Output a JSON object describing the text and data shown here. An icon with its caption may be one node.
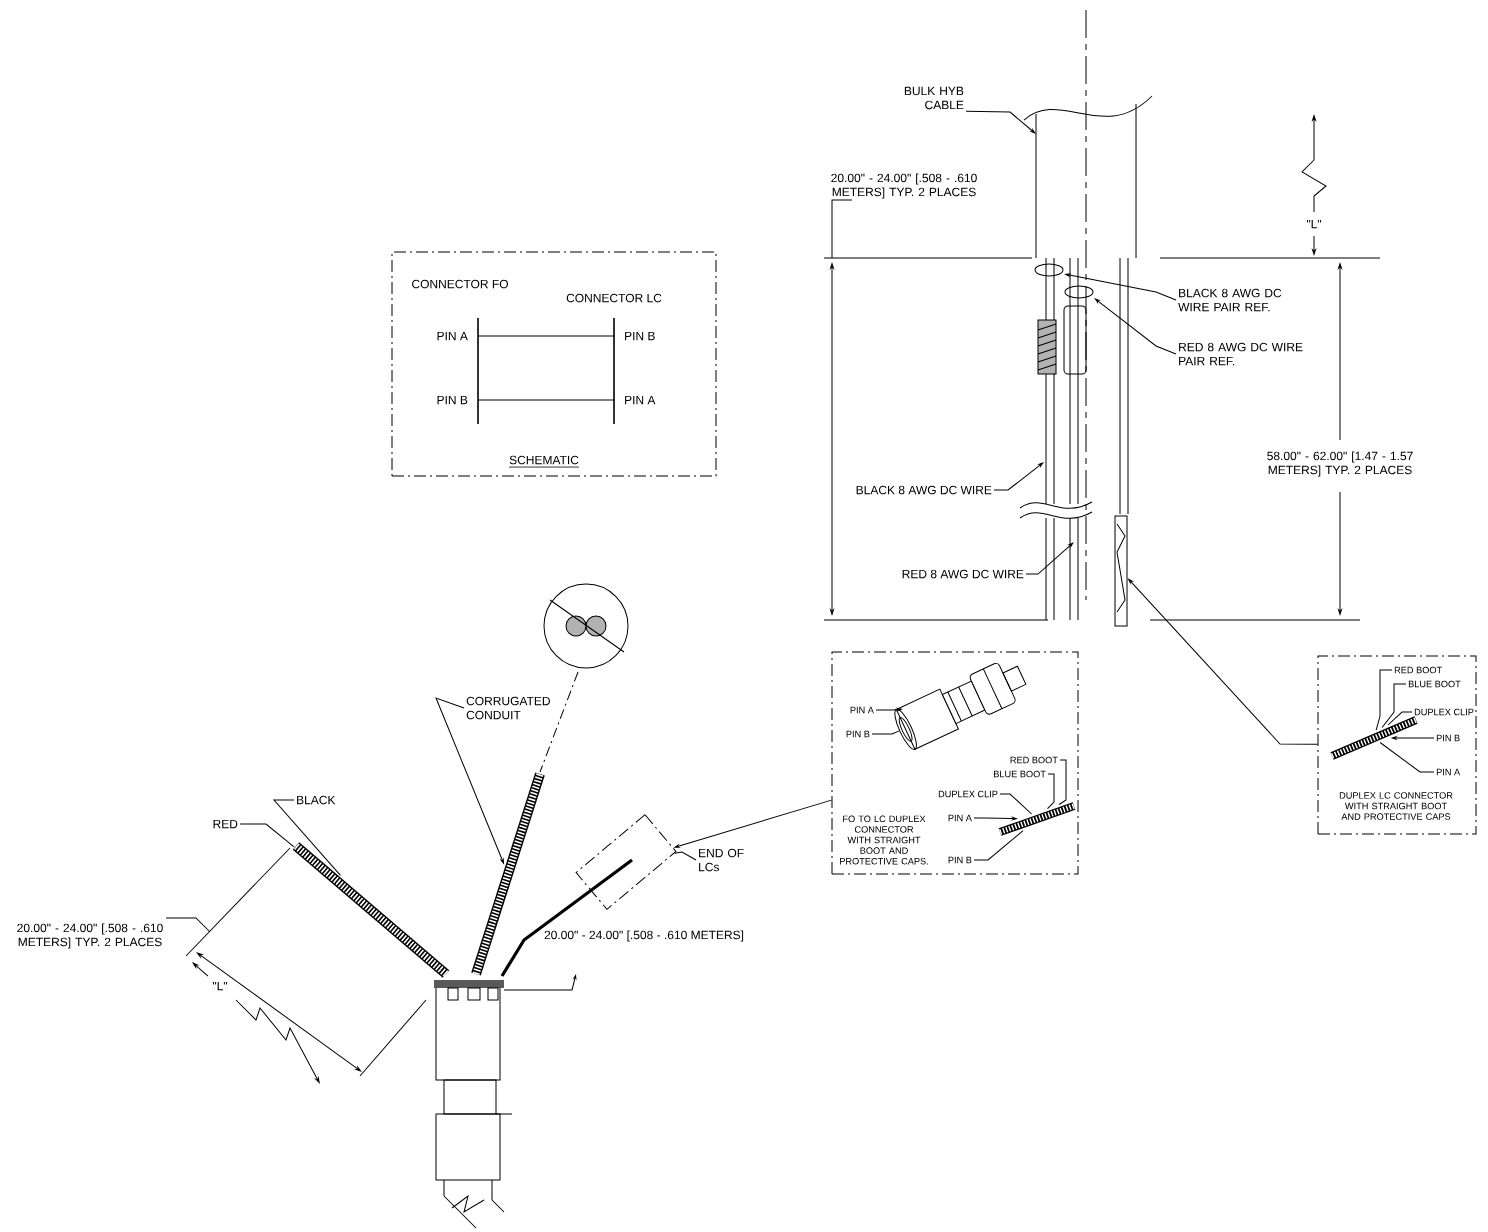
{
  "diagram": {
    "nodes": [
      {
        "text": [
          "CONNECTOR FO",
          "CONNECTOR LC",
          "PIN A",
          "PIN B",
          "PIN B",
          "PIN A",
          "SCHEMATIC"
        ]
      },
      {
        "text": [
          "FO TO LC DUPLEX CONNECTOR WITH STRAIGHT BOOT AND PROTECTIVE CAPS."
        ]
      },
      {
        "text": [
          "DUPLEX LC CONNECTOR WITH STRAIGHT BOOT AND PROTECTIVE CAPS"
        ]
      },
      {
        "text": [],
        "shape": "box"
      },
      {
        "text": [],
        "shape": "box"
      },
      {
        "text": [
          "BULK HYB CABLE"
        ]
      },
      {
        "text": [
          "BLACK 8 AWG DC WIRE PAIR REF."
        ]
      },
      {
        "text": [
          "RED 8 AWG DC WIRE PAIR REF."
        ]
      },
      {
        "text": [
          "BLACK 8 AWG DC WIRE"
        ]
      },
      {
        "text": [
          "RED 8 AWG DC WIRE"
        ]
      },
      {
        "text": [
          "CORRUGATED CONDUIT"
        ]
      },
      {
        "text": [
          "RED"
        ]
      },
      {
        "text": [
          "BLACK"
        ]
      },
      {
        "text": [
          "END OF LCs"
        ]
      },
      {
        "text": [
          "PIN A"
        ],
        "in": 1
      },
      {
        "text": [
          "PIN B"
        ],
        "in": 1
      },
      {
        "text": [
          "RED BOOT"
        ],
        "in": 1
      },
      {
        "text": [
          "BLUE BOOT"
        ],
        "in": 1
      },
      {
        "text": [
          "DUPLEX CLIP"
        ],
        "in": 1
      },
      {
        "text": [
          "PIN A"
        ],
        "in": 1
      },
      {
        "text": [
          "PIN B"
        ],
        "in": 1
      },
      {
        "text": [
          "RED BOOT"
        ],
        "in": 2
      },
      {
        "text": [
          "BLUE BOOT"
        ],
        "in": 2
      },
      {
        "text": [
          "DUPLEX CLIP"
        ],
        "in": 2
      },
      {
        "text": [
          "PIN B"
        ],
        "in": 2
      },
      {
        "text": [
          "PIN A"
        ],
        "in": 2
      },
      {
        "text": [],
        "shape": "picture",
        "in": 1
      },
      {
        "text": [],
        "shape": "picture",
        "in": 1
      },
      {
        "text": [],
        "shape": "picture",
        "in": 2
      },
      {
        "text": [],
        "shape": "picture"
      },
      {
        "text": [],
        "shape": "picture"
      }
    ],
    "edges": [
      {
        "from": 5,
        "to": null,
        "arrow": "to"
      },
      {
        "from": 6,
        "to": null,
        "arrow": "to"
      },
      {
        "from": 7,
        "to": null,
        "arrow": "to"
      },
      {
        "from": 8,
        "to": null,
        "arrow": "to"
      },
      {
        "from": 9,
        "to": null,
        "arrow": "to"
      },
      {
        "from": 10,
        "to": 30,
        "arrow": "to"
      },
      {
        "from": 11,
        "to": 29,
        "arrow": "none"
      },
      {
        "from": 12,
        "to": 29,
        "arrow": "none"
      },
      {
        "from": 13,
        "to": 3,
        "arrow": "none"
      },
      {
        "from": 1,
        "to": 3,
        "arrow": "to"
      },
      {
        "from": 2,
        "to": 4,
        "arrow": "to"
      },
      {
        "from": 14,
        "to": 26,
        "arrow": "to"
      },
      {
        "from": 15,
        "to": 26,
        "arrow": "none"
      },
      {
        "from": 16,
        "to": 27,
        "arrow": "none"
      },
      {
        "from": 17,
        "to": 27,
        "arrow": "none"
      },
      {
        "from": 18,
        "to": 27,
        "arrow": "none"
      },
      {
        "from": 19,
        "to": 27,
        "arrow": "to"
      },
      {
        "from": 20,
        "to": 27,
        "arrow": "none"
      },
      {
        "from": 21,
        "to": 28,
        "arrow": "none"
      },
      {
        "from": 22,
        "to": 28,
        "arrow": "none"
      },
      {
        "from": 23,
        "to": 28,
        "arrow": "none"
      },
      {
        "from": 24,
        "to": 28,
        "arrow": "to"
      },
      {
        "from": 25,
        "to": 28,
        "arrow": "none"
      }
    ],
    "labels": [
      "20.00\" - 24.00\" [.508 - .610 METERS] TYP. 2 PLACES",
      "\"L\"",
      "58.00\" - 62.00\" [1.47 - 1.57 METERS] TYP. 2 PLACES",
      "20.00\" - 24.00\" [.508 - .610 METERS] TYP. 2 PLACES",
      "\"L\"",
      "20.00\" - 24.00\" [.508 - .610 METERS]"
    ]
  }
}
